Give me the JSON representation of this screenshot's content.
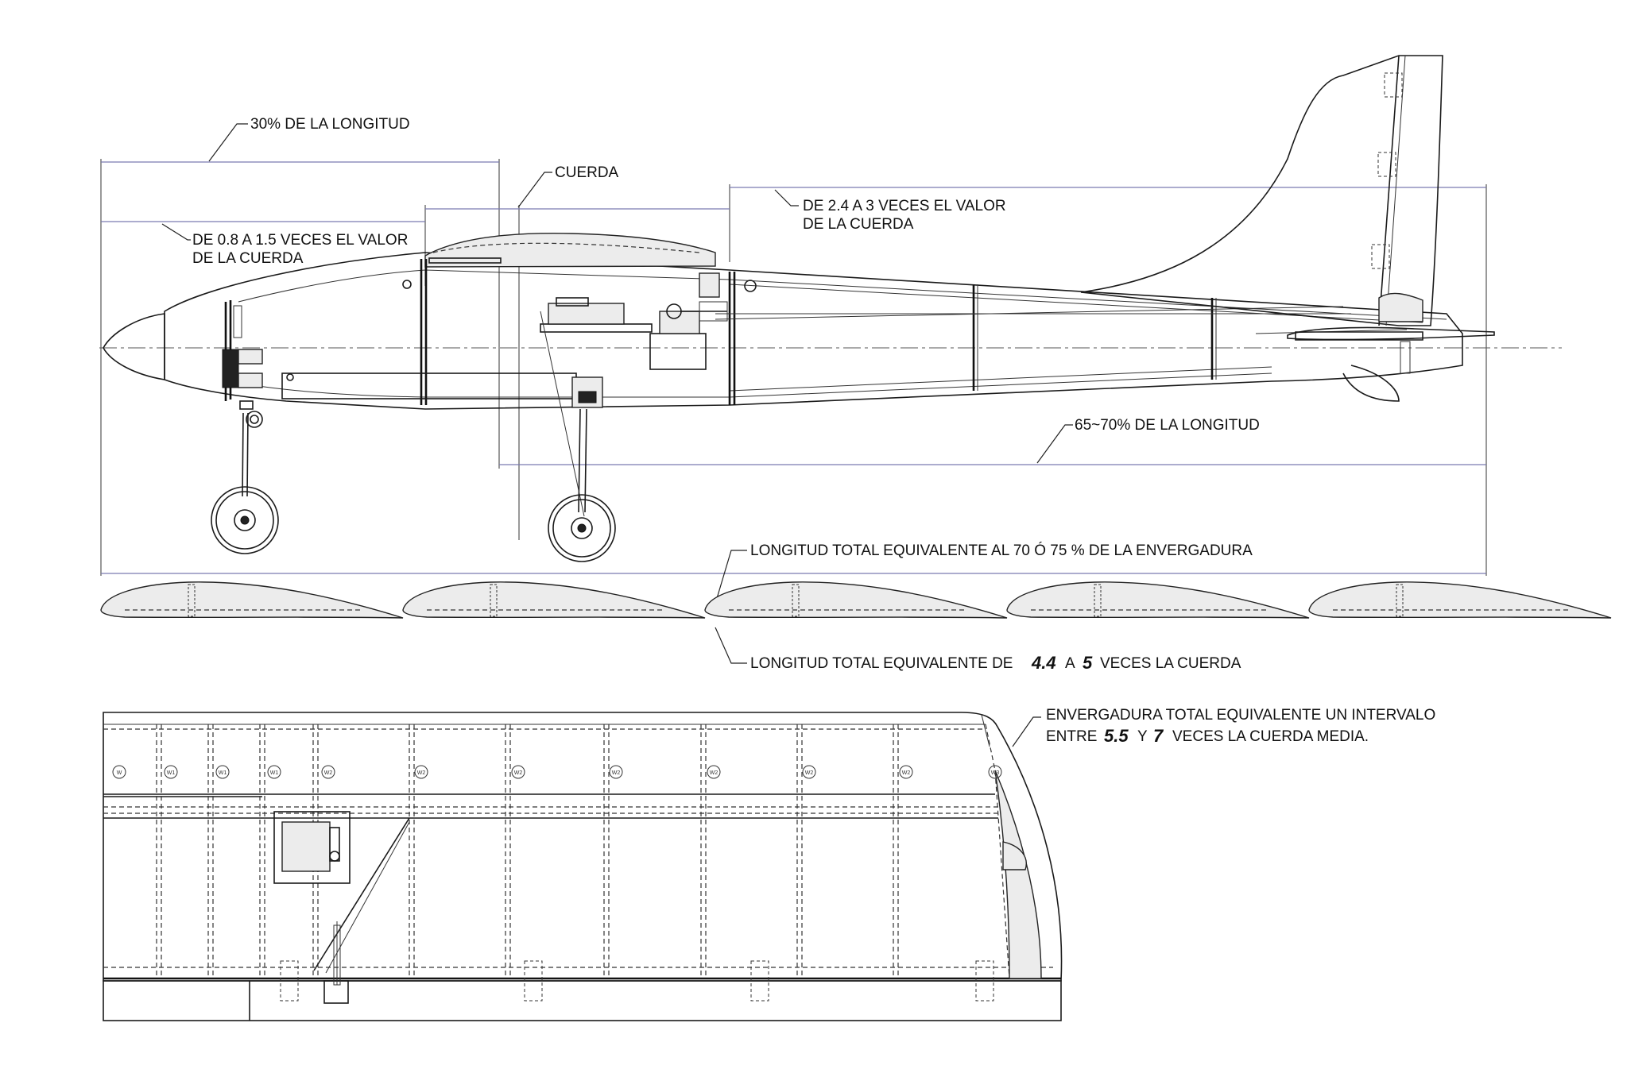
{
  "labels": {
    "nose_pct": "30% DE LA LONGITUD",
    "chord": "CUERDA",
    "nose_line1": "DE 0.8 A 1.5 VECES EL VALOR",
    "nose_line2": "DE LA CUERDA",
    "tail_line1": "DE 2.4 A 3 VECES EL VALOR",
    "tail_line2": "DE LA CUERDA",
    "tail_pct": "65~70% DE LA LONGITUD",
    "total_length": "LONGITUD TOTAL EQUIVALENTE AL 70 Ó 75 % DE LA ENVERGADURA",
    "chord_count_prefix": "LONGITUD TOTAL EQUIVALENTE DE",
    "chord_count_min": "4.4",
    "chord_count_a": "A",
    "chord_count_max": "5",
    "chord_count_suffix": "VECES LA CUERDA",
    "span_line1": "ENVERGADURA  TOTAL EQUIVALENTE  UN INTERVALO",
    "span_line2_prefix": "ENTRE",
    "span_min": "5.5",
    "span_y": "Y",
    "span_max": "7",
    "span_line2_suffix": "VECES LA CUERDA MEDIA."
  },
  "rib_labels": [
    "W",
    "W1",
    "W1",
    "W1",
    "W2",
    "W2",
    "W2",
    "W2",
    "W2",
    "W2",
    "W2",
    "W3"
  ]
}
